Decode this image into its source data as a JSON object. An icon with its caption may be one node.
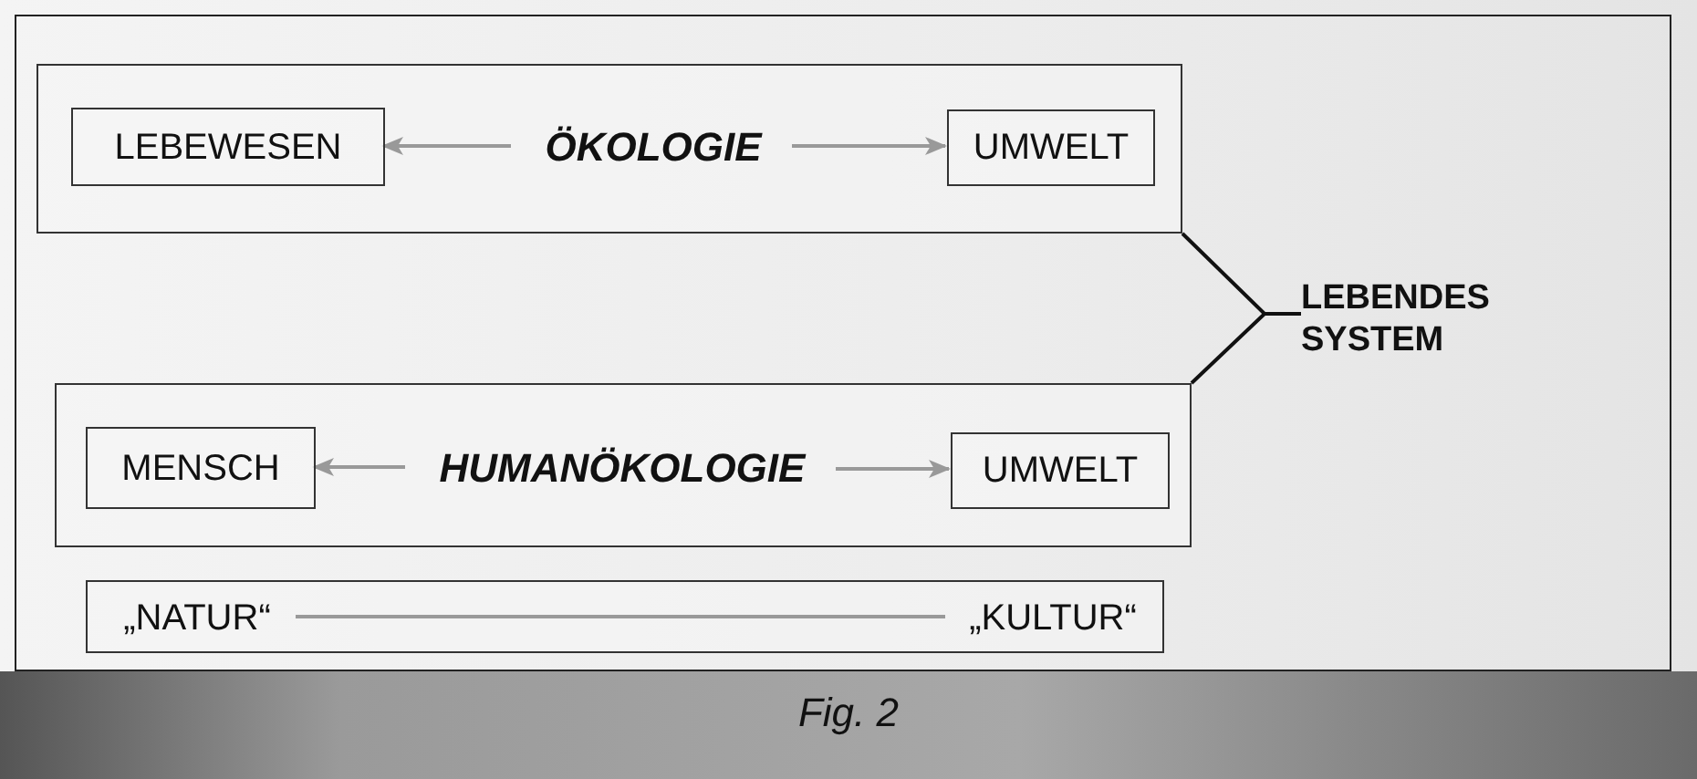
{
  "diagram": {
    "caption": "Fig. 2",
    "nodes": [
      {
        "text": [],
        "shape": "box"
      },
      {
        "text": [
          "LEBEWESEN"
        ],
        "in": 0
      },
      {
        "text": [
          "ÖKOLOGIE"
        ],
        "in": 0
      },
      {
        "text": [
          "UMWELT"
        ],
        "in": 0
      },
      {
        "text": [],
        "shape": "box"
      },
      {
        "text": [
          "MENSCH"
        ],
        "in": 4
      },
      {
        "text": [
          "HUMANÖKOLOGIE"
        ],
        "in": 4
      },
      {
        "text": [
          "UMWELT"
        ],
        "in": 4
      },
      {
        "text": [],
        "shape": "box"
      },
      {
        "text": [
          "„NATUR“"
        ],
        "in": 8
      },
      {
        "text": [
          "„KULTUR“"
        ],
        "in": 8
      },
      {
        "text": [
          "LEBENDES SYSTEM"
        ]
      }
    ],
    "edges": [
      {
        "from": 2,
        "to": 1,
        "arrow": "to"
      },
      {
        "from": 2,
        "to": 3,
        "arrow": "to"
      },
      {
        "from": 6,
        "to": 5,
        "arrow": "to"
      },
      {
        "from": 6,
        "to": 7,
        "arrow": "to"
      },
      {
        "from": 9,
        "to": 10,
        "arrow": "none"
      },
      {
        "from": 0,
        "to": 11,
        "arrow": "none"
      },
      {
        "from": 4,
        "to": 11,
        "arrow": "none"
      }
    ]
  }
}
